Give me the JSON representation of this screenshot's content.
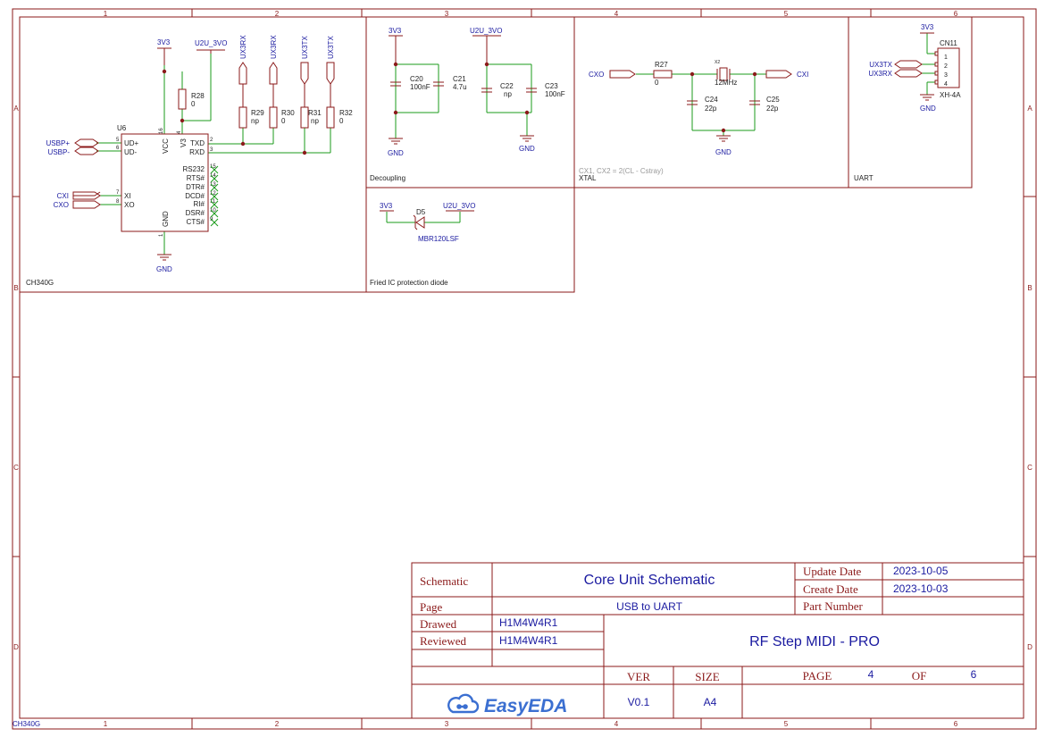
{
  "colors": {
    "frame": "#8b1a1a",
    "wire": "#1b9b1b",
    "net": "#1a1aa0",
    "note": "#999999",
    "text": "#222222",
    "logo": "#3b6fd1"
  },
  "border": {
    "columns": [
      "1",
      "2",
      "3",
      "4",
      "5",
      "6"
    ],
    "rows": [
      "A",
      "B",
      "C",
      "D"
    ],
    "corner_label": "CH340G"
  },
  "sections": {
    "ch340": "CH340G",
    "decoupling": "Decoupling",
    "xtal": "XTAL",
    "uart": "UART",
    "diode": "Fried IC protection diode"
  },
  "ch340": {
    "ref": "U6",
    "pins_left": [
      "UD+",
      "UD-",
      "XI",
      "XO"
    ],
    "pin_nums_left": [
      "5",
      "6",
      "7",
      "8"
    ],
    "pins_right": [
      "TXD",
      "RXD",
      "RS232",
      "RTS#",
      "DTR#",
      "DCD#",
      "RI#",
      "DSR#",
      "CTS#"
    ],
    "pin_nums_right": [
      "2",
      "3",
      "15",
      "14",
      "13",
      "12",
      "11",
      "10",
      "9"
    ],
    "vcc": "VCC",
    "vcc_num": "16",
    "v3": "V3",
    "v3_num": "4",
    "gnd": "GND",
    "gnd_num": "1",
    "ports_left": [
      "USBP+",
      "USBP-",
      "CXI",
      "CXO"
    ],
    "net_3v3": "3V3",
    "net_u2u": "U2U_3VO",
    "net_gnd": "GND",
    "top_ports": [
      "UX3RX",
      "UX3RX",
      "UX3TX",
      "UX3TX"
    ],
    "resistors": [
      {
        "ref": "R28",
        "value": "0"
      },
      {
        "ref": "R29",
        "value": "np"
      },
      {
        "ref": "R30",
        "value": "0"
      },
      {
        "ref": "R31",
        "value": "np"
      },
      {
        "ref": "R32",
        "value": "0"
      }
    ]
  },
  "decoupling": {
    "net_left": "3V3",
    "net_right": "U2U_3VO",
    "gnd": "GND",
    "caps": [
      {
        "ref": "C20",
        "value": "100nF"
      },
      {
        "ref": "C21",
        "value": "4.7u"
      },
      {
        "ref": "C22",
        "value": "np"
      },
      {
        "ref": "C23",
        "value": "100nF"
      }
    ]
  },
  "xtal": {
    "port_in": "CXO",
    "port_out": "CXI",
    "resistor": {
      "ref": "R27",
      "value": "0"
    },
    "crystal": {
      "ref": "X2",
      "value": "12MHz"
    },
    "caps": [
      {
        "ref": "C24",
        "value": "22p"
      },
      {
        "ref": "C25",
        "value": "22p"
      }
    ],
    "gnd": "GND",
    "note": "CX1, CX2 = 2(CL - Cstray)"
  },
  "uart": {
    "ports": [
      "UX3TX",
      "UX3RX"
    ],
    "net": "3V3",
    "gnd": "GND",
    "connector": {
      "ref": "CN11",
      "value": "XH-4A",
      "pins": [
        "1",
        "2",
        "3",
        "4"
      ]
    }
  },
  "diode": {
    "net_left": "3V3",
    "net_right": "U2U_3VO",
    "ref": "D5",
    "part": "MBR120LSF"
  },
  "title_block": {
    "schematic_label": "Schematic",
    "schematic_value": "Core Unit Schematic",
    "update_label": "Update Date",
    "update_value": "2023-10-05",
    "create_label": "Create Date",
    "create_value": "2023-10-03",
    "page_label": "Page",
    "page_value": "USB to UART",
    "part_label": "Part Number",
    "part_value": "",
    "drawed_label": "Drawed",
    "drawed_value": "H1M4W4R1",
    "reviewed_label": "Reviewed",
    "reviewed_value": "H1M4W4R1",
    "project": "RF Step MIDI - PRO",
    "ver_label": "VER",
    "ver_value": "V0.1",
    "size_label": "SIZE",
    "size_value": "A4",
    "pg_label": "PAGE",
    "pg_value": "4",
    "of_label": "OF",
    "of_value": "6",
    "logo_text": "EasyEDA"
  }
}
